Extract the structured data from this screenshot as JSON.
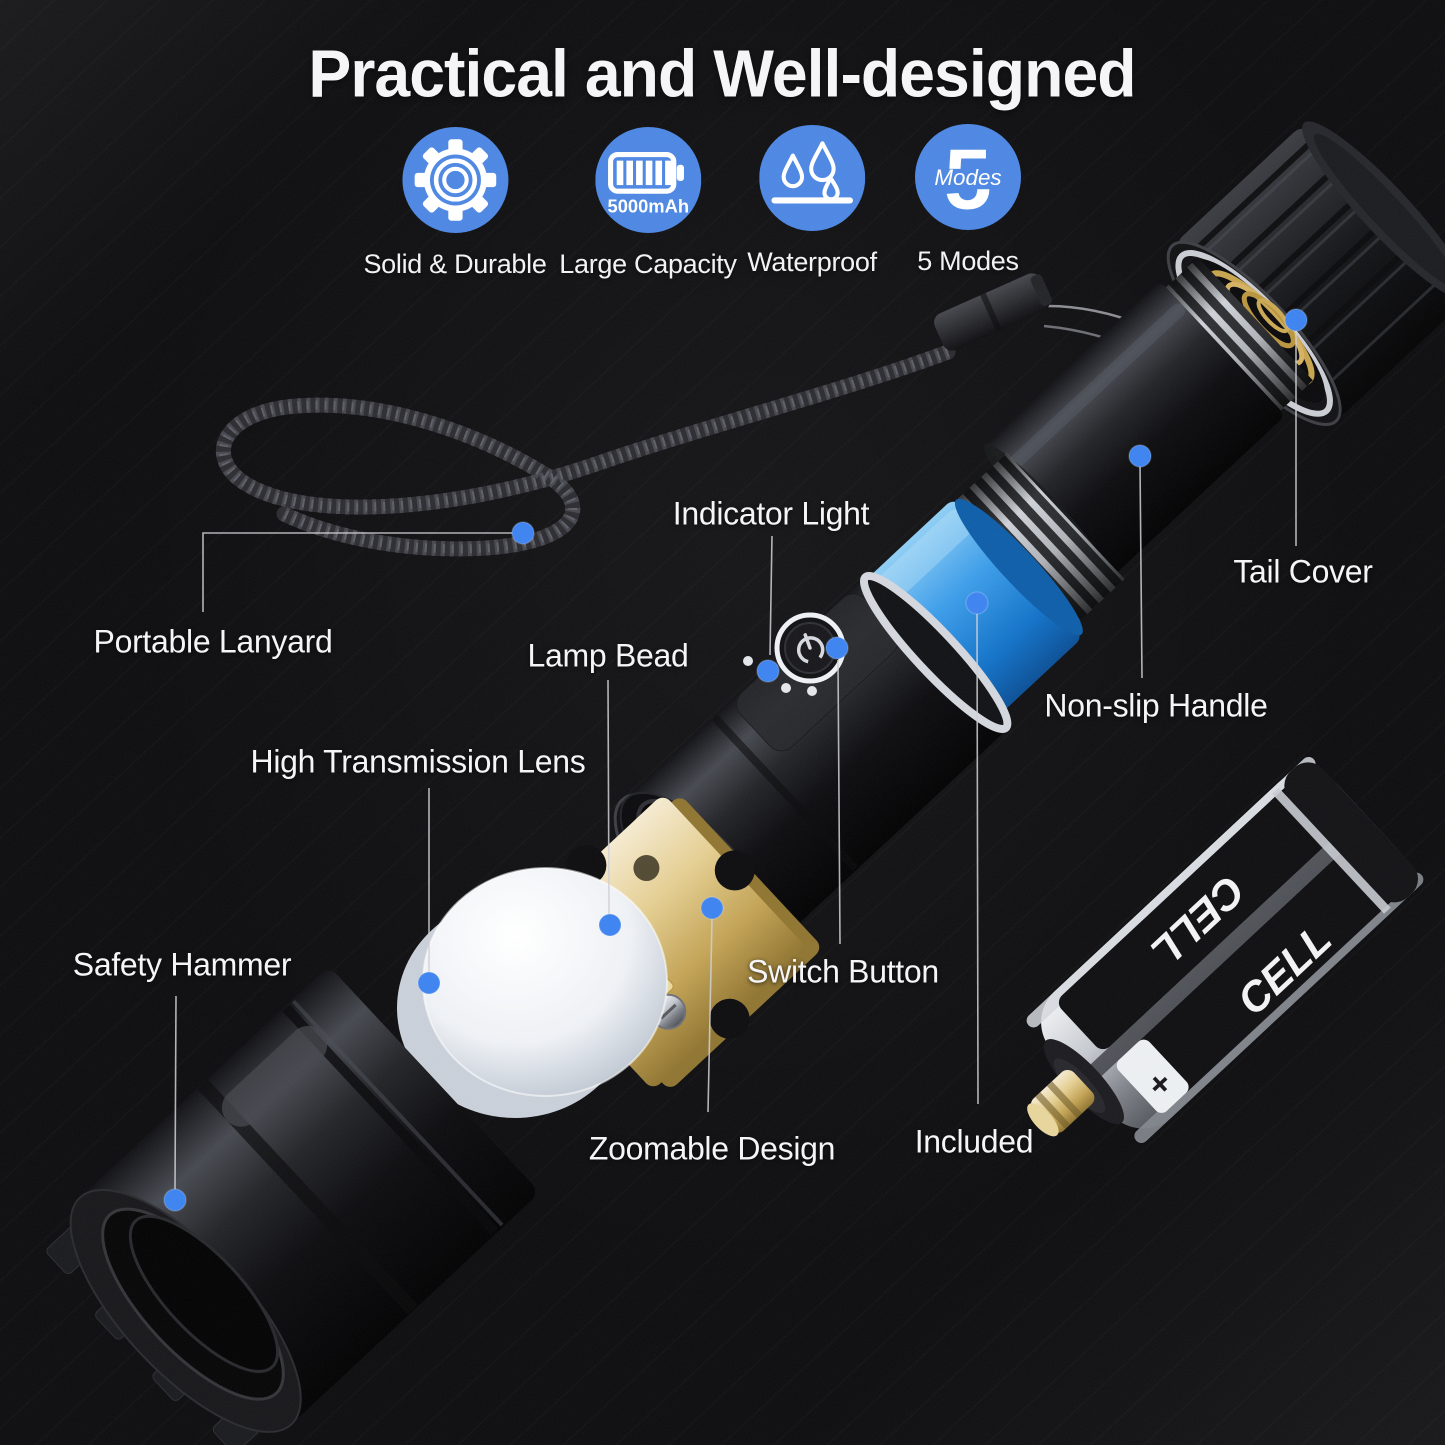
{
  "title": "Practical and Well-designed",
  "colors": {
    "accent_blue": "#4c86e2",
    "callout_blue": "#3c82f0",
    "grip_blue": "#2f94e4"
  },
  "features": [
    {
      "name": "solid-durable",
      "icon": "gear-icon",
      "caption": "Solid & Durable"
    },
    {
      "name": "large-capacity",
      "icon": "battery-icon",
      "caption": "Large Capacity",
      "badge": "5000mAh"
    },
    {
      "name": "waterproof",
      "icon": "water-drops-icon",
      "caption": "Waterproof"
    },
    {
      "name": "five-modes",
      "icon": "five-modes-icon",
      "caption": "5 Modes",
      "big_digit": "5",
      "overlay_word": "Modes"
    }
  ],
  "callouts": [
    {
      "id": "indicator-light",
      "text": "Indicator Light"
    },
    {
      "id": "tail-cover",
      "text": "Tail Cover"
    },
    {
      "id": "portable-lanyard",
      "text": "Portable Lanyard"
    },
    {
      "id": "lamp-bead",
      "text": "Lamp Bead"
    },
    {
      "id": "non-slip-handle",
      "text": "Non-slip Handle"
    },
    {
      "id": "high-transmission-lens",
      "text": "High Transmission Lens"
    },
    {
      "id": "switch-button",
      "text": "Switch Button"
    },
    {
      "id": "safety-hammer",
      "text": "Safety Hammer"
    },
    {
      "id": "zoomable-design",
      "text": "Zoomable Design"
    },
    {
      "id": "included",
      "text": "Included"
    }
  ],
  "battery": {
    "brand": "CELL",
    "brand2": "CELL",
    "positive": "+"
  }
}
